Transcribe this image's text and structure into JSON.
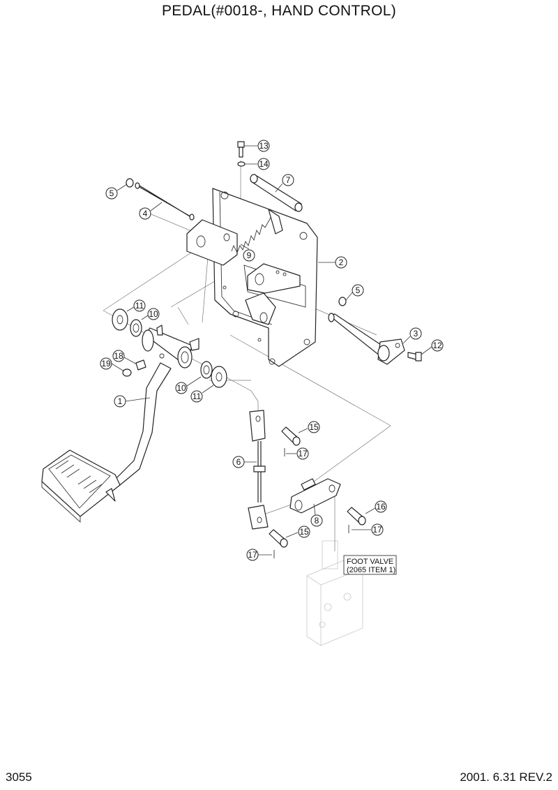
{
  "title": "PEDAL(#0018-, HAND CONTROL)",
  "footer": {
    "page_number": "3055",
    "revision": "2001. 6.31 REV.2"
  },
  "note": {
    "line1": "FOOT VALVE",
    "line2": "(2065 ITEM 1)"
  },
  "callouts": [
    {
      "id": "c13",
      "label": "13"
    },
    {
      "id": "c14",
      "label": "14"
    },
    {
      "id": "c7",
      "label": "7"
    },
    {
      "id": "c5a",
      "label": "5"
    },
    {
      "id": "c4",
      "label": "4"
    },
    {
      "id": "c9",
      "label": "9"
    },
    {
      "id": "c2",
      "label": "2"
    },
    {
      "id": "c5b",
      "label": "5"
    },
    {
      "id": "c11a",
      "label": "11"
    },
    {
      "id": "c10a",
      "label": "10"
    },
    {
      "id": "c3",
      "label": "3"
    },
    {
      "id": "c12",
      "label": "12"
    },
    {
      "id": "c18",
      "label": "18"
    },
    {
      "id": "c19",
      "label": "19"
    },
    {
      "id": "c10b",
      "label": "10"
    },
    {
      "id": "c11b",
      "label": "11"
    },
    {
      "id": "c1",
      "label": "1"
    },
    {
      "id": "c15a",
      "label": "15"
    },
    {
      "id": "c6",
      "label": "6"
    },
    {
      "id": "c17a",
      "label": "17"
    },
    {
      "id": "c16",
      "label": "16"
    },
    {
      "id": "c8",
      "label": "8"
    },
    {
      "id": "c17b",
      "label": "17"
    },
    {
      "id": "c15b",
      "label": "15"
    },
    {
      "id": "c17c",
      "label": "17"
    }
  ]
}
